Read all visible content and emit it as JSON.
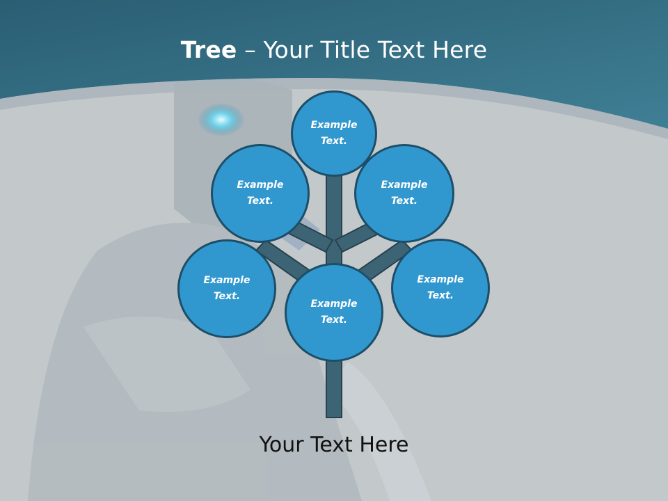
{
  "slide": {
    "title_bold": "Tree",
    "title_rest": " – Your Title Text Here",
    "footer": "Your Text Here"
  },
  "colors": {
    "header_band": "#2f6b80",
    "background": "#c3c8cb",
    "node_fill": "#3198cf",
    "node_border": "#1d4e68",
    "branch": "#3d6474"
  },
  "tree": {
    "top": "Example\nText.",
    "upper_left": "Example\nText.",
    "upper_right": "Example\nText.",
    "lower_left": "Example\nText.",
    "lower_right": "Example\nText.",
    "center": "Example\nText."
  }
}
